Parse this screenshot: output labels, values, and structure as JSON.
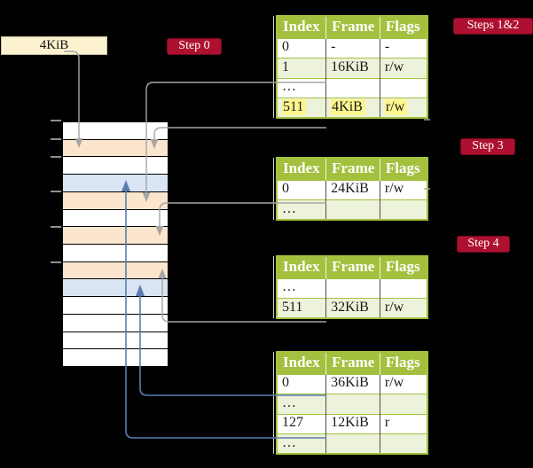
{
  "palette": {
    "table_header_green": "#a3c13e",
    "table_row_green": "#edf2da",
    "badge_red": "#ad1030",
    "pagetable_frame_peach": "#fce5cd",
    "data_frame_blue": "#d9e5f4",
    "legend_cream": "#fdf2d0",
    "highlight_yellow": "#fdf58d",
    "arrow_gray": "#a6a6a6",
    "arrow_blue": "#5b7db1"
  },
  "legend_box": {
    "label": "4KiB"
  },
  "badges": {
    "step0": "Step 0",
    "steps12": "Steps 1&2",
    "step3": "Step 3",
    "step4": "Step 4"
  },
  "tables": {
    "headers": [
      "Index",
      "Frame",
      "Flags"
    ],
    "t1": {
      "rows": [
        [
          "0",
          "-",
          "-"
        ],
        [
          "1",
          "16KiB",
          "r/w"
        ],
        [
          "…",
          "",
          ""
        ],
        [
          "511",
          "4KiB",
          "r/w"
        ]
      ],
      "highlighted_row": 3
    },
    "t2": {
      "rows": [
        [
          "0",
          "24KiB",
          "r/w"
        ],
        [
          "…",
          "",
          ""
        ]
      ]
    },
    "t3": {
      "rows": [
        [
          "…",
          "",
          ""
        ],
        [
          "511",
          "32KiB",
          "r/w"
        ]
      ]
    },
    "t4": {
      "rows": [
        [
          "0",
          "36KiB",
          "r/w"
        ],
        [
          "…",
          "",
          ""
        ],
        [
          "127",
          "12KiB",
          "r"
        ],
        [
          "…",
          "",
          ""
        ]
      ]
    }
  },
  "memory": {
    "frames": [
      {
        "role": "free"
      },
      {
        "role": "pagetable"
      },
      {
        "role": "free"
      },
      {
        "role": "data"
      },
      {
        "role": "pagetable"
      },
      {
        "role": "free"
      },
      {
        "role": "pagetable"
      },
      {
        "role": "free"
      },
      {
        "role": "pagetable"
      },
      {
        "role": "data"
      },
      {
        "role": "free"
      },
      {
        "role": "free"
      },
      {
        "role": "free"
      },
      {
        "role": "free"
      }
    ]
  }
}
